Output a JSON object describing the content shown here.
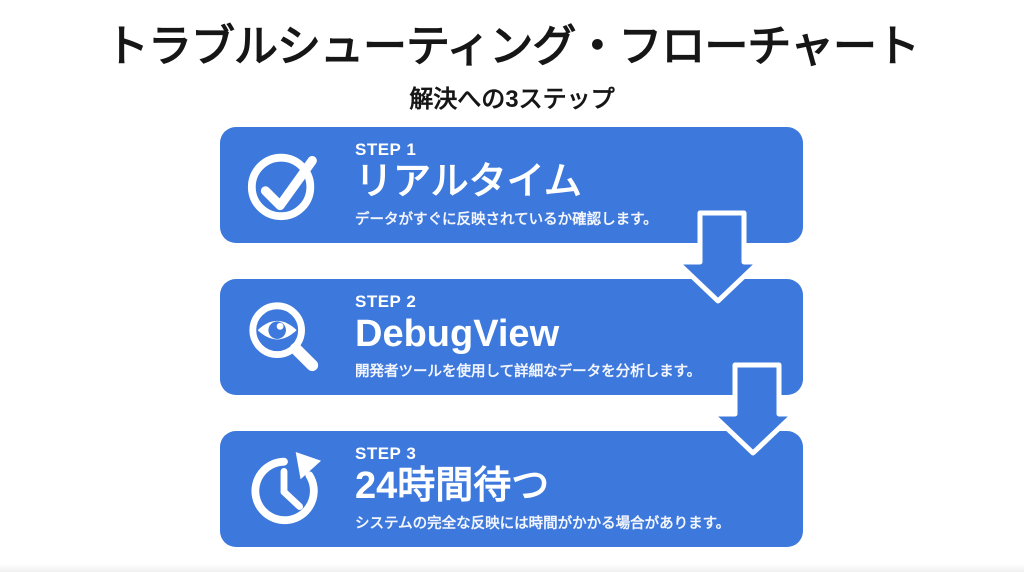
{
  "slide": {
    "title": "トラブルシューティング・フローチャート",
    "subtitle": "解決への3ステップ"
  },
  "colors": {
    "accent_blue": "#3d78dc",
    "text_on_blue": "#ffffff",
    "title_text": "#161616",
    "background": "#ffffff"
  },
  "steps": [
    {
      "label": "STEP 1",
      "heading": "リアルタイム",
      "description": "データがすぐに反映されているか確認します。",
      "icon": "check-circle-icon"
    },
    {
      "label": "STEP 2",
      "heading": "DebugView",
      "description": "開発者ツールを使用して詳細なデータを分析します。",
      "icon": "magnifier-eye-icon"
    },
    {
      "label": "STEP 3",
      "heading": "24時間待つ",
      "description": "システムの完全な反映には時間がかかる場合があります。",
      "icon": "clock-history-icon"
    }
  ],
  "connectors": [
    {
      "icon": "down-arrow-icon"
    },
    {
      "icon": "down-arrow-icon"
    }
  ]
}
